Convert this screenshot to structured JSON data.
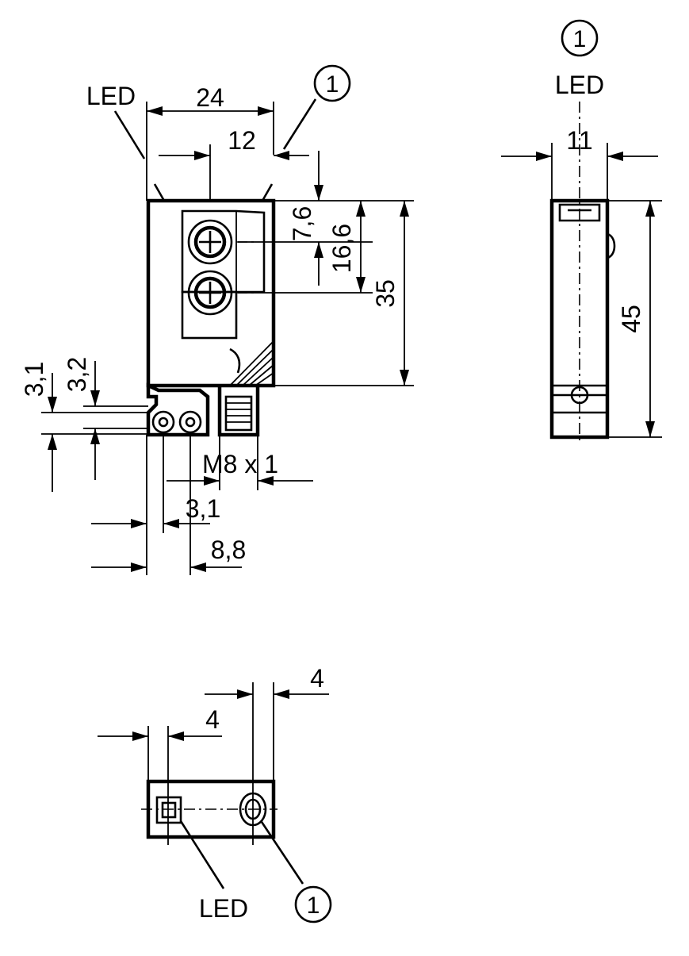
{
  "labels": {
    "led": "LED",
    "callout": "1"
  },
  "front_view": {
    "width": "24",
    "lens_offset": "12",
    "lens1_y": "7,6",
    "lens2_y": "16,6",
    "height": "35",
    "hole_dia": "3,1",
    "hole_spacing": "3,2",
    "thread": "M8 x 1",
    "hole_offset": "3,1",
    "connector_offset": "8,8"
  },
  "side_view": {
    "thickness": "11",
    "height": "45"
  },
  "top_view": {
    "offset_right": "4",
    "offset_left": "4"
  }
}
